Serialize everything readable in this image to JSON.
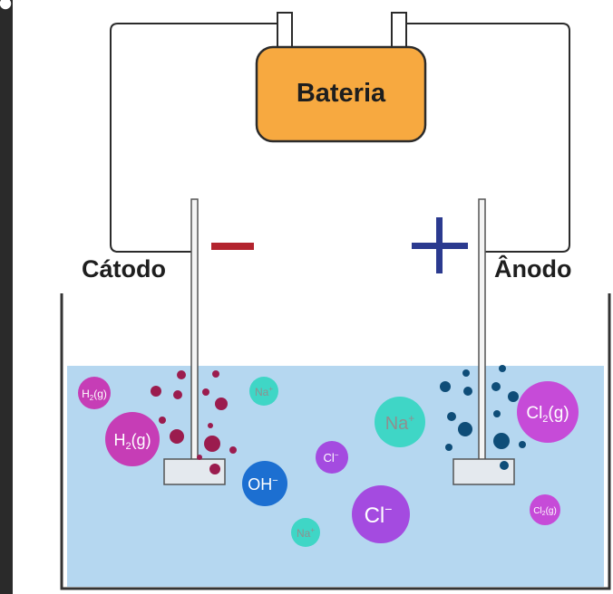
{
  "battery": {
    "label": "Bateria"
  },
  "cathode": {
    "label": "Cátodo",
    "sign": "−"
  },
  "anode": {
    "label": "Ânodo",
    "sign": "+"
  },
  "ions": {
    "h2_gas": "H",
    "h2_sub": "2",
    "gas_suffix": "(g)",
    "na": "Na",
    "na_charge": "+",
    "oh": "OH",
    "oh_charge": "−",
    "cl": "Cl",
    "cl_charge": "−",
    "cl2_base": "Cl",
    "cl2_sub": "2"
  },
  "colors": {
    "battery": "#F7A940",
    "solution": "#B5D7F0",
    "cathode_sign": "#B3242E",
    "anode_sign": "#2B3A8F",
    "h2_bubble": "#C63DB6",
    "na_ion": "#3FD6C6",
    "oh_ion": "#1C6FD1",
    "cl_ion": "#A44BE0",
    "cl2_bubble": "#C64BD8",
    "cathode_dots": "#9B1C4E",
    "anode_dots": "#0E4D78"
  }
}
